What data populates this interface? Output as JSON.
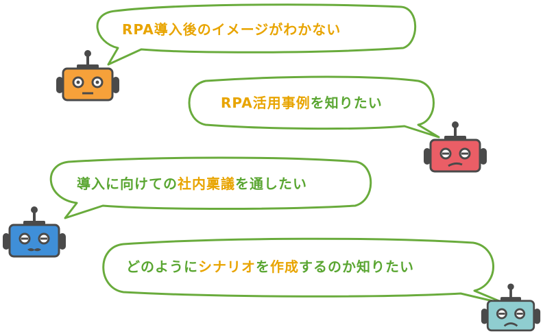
{
  "colors": {
    "bubble_outline": "#69ab3c",
    "text_green": "#5aa632",
    "text_orange": "#e8a400",
    "robot_dark": "#4a4a4a",
    "robot_orange": "#f6a13a",
    "robot_red": "#ea5e66",
    "robot_blue": "#3f8fd8",
    "robot_teal": "#8fcdd0"
  },
  "bubbles": [
    {
      "parts": [
        {
          "text": "RPA導入後のイメージがわかない",
          "tone": "orange"
        }
      ]
    },
    {
      "parts": [
        {
          "text": "RPA活用事例",
          "tone": "orange"
        },
        {
          "text": "を知りたい",
          "tone": "green"
        }
      ]
    },
    {
      "parts": [
        {
          "text": "導入に向けての",
          "tone": "green"
        },
        {
          "text": "社内稟議",
          "tone": "orange"
        },
        {
          "text": "を通したい",
          "tone": "green"
        }
      ]
    },
    {
      "parts": [
        {
          "text": "どのように",
          "tone": "green"
        },
        {
          "text": "シナリオ",
          "tone": "orange"
        },
        {
          "text": "を",
          "tone": "green"
        },
        {
          "text": "作成",
          "tone": "orange"
        },
        {
          "text": "するのか知りたい",
          "tone": "green"
        }
      ]
    }
  ],
  "robots": [
    {
      "icon": "robot-icon",
      "color": "orange",
      "expression": "neutral"
    },
    {
      "icon": "robot-icon",
      "color": "red",
      "expression": "confused"
    },
    {
      "icon": "robot-icon",
      "color": "blue",
      "expression": "mustache"
    },
    {
      "icon": "robot-icon",
      "color": "teal",
      "expression": "frown"
    }
  ]
}
